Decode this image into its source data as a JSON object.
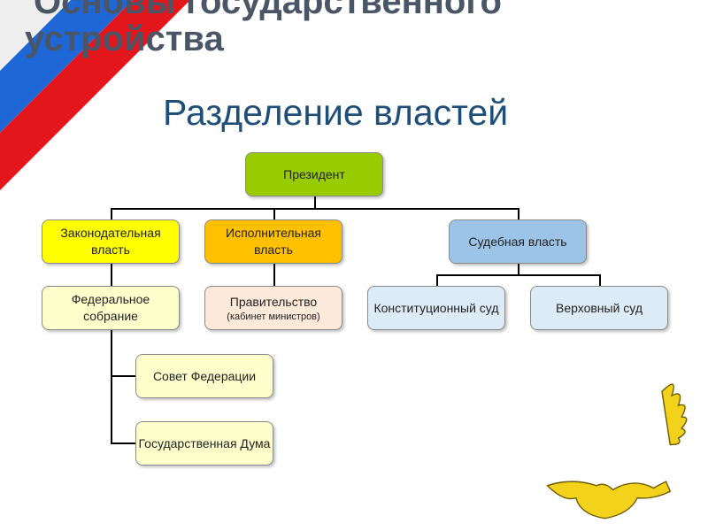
{
  "slide": {
    "title_line1": "Основы государственного",
    "title_line2": "устройства",
    "subtitle": "Разделение властей"
  },
  "diagram": {
    "president": "Президент",
    "legislative": "Законодательная власть",
    "executive": "Исполнительная власть",
    "judicial": "Судебная власть",
    "federal_assembly": "Федеральное собрание",
    "government": "Правительство",
    "government_note": "(кабинет министров)",
    "constitutional_court": "Конституционный суд",
    "supreme_court": "Верховный суд",
    "federation_council": "Совет Федерации",
    "state_duma": "Государственная Дума"
  },
  "colors": {
    "president": "#99cc00",
    "legislative": "#ffff00",
    "executive": "#ffc000",
    "judicial": "#9dc3e6",
    "legislative_light": "#ffffcc",
    "executive_light": "#fde9d9",
    "judicial_light": "#ddebf7"
  }
}
